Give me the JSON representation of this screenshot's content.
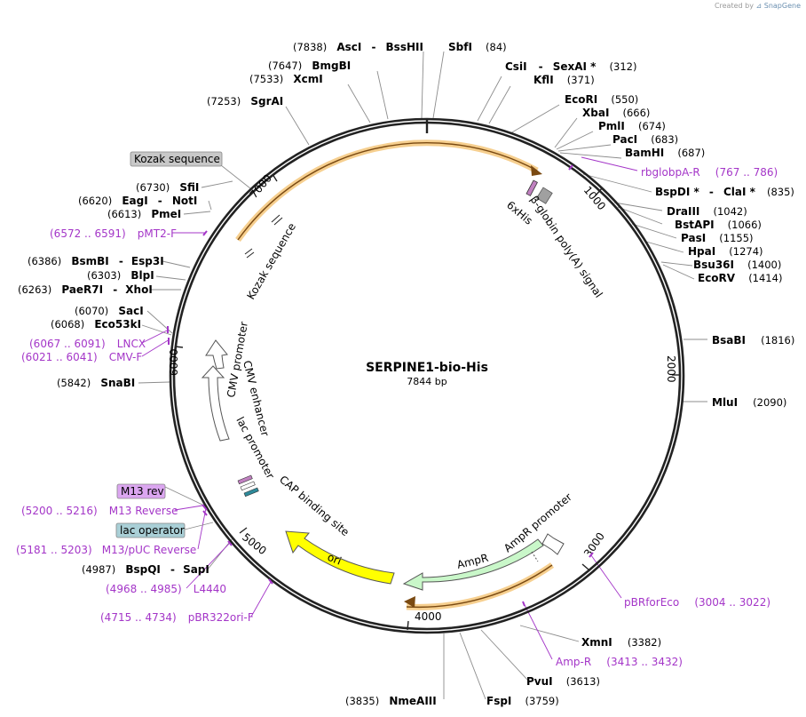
{
  "credit": {
    "prefix": "Created by",
    "brand": "SnapGene"
  },
  "plasmid": {
    "name": "SERPINE1-bio-His",
    "size_label": "7844 bp"
  },
  "scale_labels": [
    "1000",
    "2000",
    "3000",
    "4000",
    "5000",
    "6000",
    "7000"
  ],
  "enzyme_sites": [
    {
      "pos": "(7838)",
      "name": "AscI",
      "sep": "-",
      "name2": "BssHII"
    },
    {
      "name": "SbfI",
      "pos": "(84)"
    },
    {
      "name": "CsiI",
      "sep": "-",
      "name2": "SexAI *",
      "pos": "(312)"
    },
    {
      "name": "KflI",
      "pos": "(371)"
    },
    {
      "pos": "(7647)",
      "name": "BmgBI"
    },
    {
      "pos": "(7533)",
      "name": "XcmI"
    },
    {
      "pos": "(7253)",
      "name": "SgrAI"
    },
    {
      "name": "EcoRI",
      "pos": "(550)"
    },
    {
      "name": "XbaI",
      "pos": "(666)"
    },
    {
      "name": "PmlI",
      "pos": "(674)"
    },
    {
      "name": "PacI",
      "pos": "(683)"
    },
    {
      "name": "BamHI",
      "pos": "(687)"
    },
    {
      "name": "BspDI *",
      "sep": "-",
      "name2": "ClaI *",
      "pos": "(835)"
    },
    {
      "name": "DraIII",
      "pos": "(1042)"
    },
    {
      "name": "BstAPI",
      "pos": "(1066)"
    },
    {
      "name": "PasI",
      "pos": "(1155)"
    },
    {
      "name": "HpaI",
      "pos": "(1274)"
    },
    {
      "name": "Bsu36I",
      "pos": "(1400)"
    },
    {
      "name": "EcoRV",
      "pos": "(1414)"
    },
    {
      "name": "BsaBI",
      "pos": "(1816)"
    },
    {
      "name": "MluI",
      "pos": "(2090)"
    },
    {
      "pos": "(6730)",
      "name": "SfiI"
    },
    {
      "pos": "(6620)",
      "name": "EagI",
      "sep": "-",
      "name2": "NotI"
    },
    {
      "pos": "(6613)",
      "name": "PmeI"
    },
    {
      "pos": "(6386)",
      "name": "BsmBI",
      "sep": "-",
      "name2": "Esp3I"
    },
    {
      "pos": "(6303)",
      "name": "BlpI"
    },
    {
      "pos": "(6263)",
      "name": "PaeR7I",
      "sep": "-",
      "name2": "XhoI"
    },
    {
      "pos": "(6070)",
      "name": "SacI"
    },
    {
      "pos": "(6068)",
      "name": "Eco53kI"
    },
    {
      "pos": "(5842)",
      "name": "SnaBI"
    },
    {
      "pos": "(4987)",
      "name": "BspQI",
      "sep": "-",
      "name2": "SapI"
    },
    {
      "name": "XmnI",
      "pos": "(3382)"
    },
    {
      "name": "PvuI",
      "pos": "(3613)"
    },
    {
      "name": "FspI",
      "pos": "(3759)"
    },
    {
      "pos": "(3835)",
      "name": "NmeAIII"
    }
  ],
  "primer_sites": [
    {
      "name": "rbglobpA-R",
      "range": "(767 .. 786)"
    },
    {
      "range": "(6572 .. 6591)",
      "name": "pMT2-F"
    },
    {
      "range": "(6067 .. 6091)",
      "name": "LNCX"
    },
    {
      "range": "(6021 .. 6041)",
      "name": "CMV-F"
    },
    {
      "range": "(5200 .. 5216)",
      "name": "M13 Reverse"
    },
    {
      "range": "(5181 .. 5203)",
      "name": "M13/pUC Reverse"
    },
    {
      "range": "(4968 .. 4985)",
      "name": "L4440"
    },
    {
      "range": "(4715 .. 4734)",
      "name": "pBR322ori-F"
    },
    {
      "name": "pBRforEco",
      "range": "(3004 .. 3022)"
    },
    {
      "name": "Amp-R",
      "range": "(3413 .. 3432)"
    }
  ],
  "boxed_labels": [
    {
      "text": "Kozak sequence",
      "fill": "#c8c8c8"
    },
    {
      "text": "M13 rev",
      "fill": "#dba6f0"
    },
    {
      "text": "lac operator",
      "fill": "#a9cfd6"
    }
  ],
  "features": [
    {
      "text": "Kozak sequence"
    },
    {
      "text": "6xHis"
    },
    {
      "text": "β-globin poly(A) signal"
    },
    {
      "text": "CMV promoter"
    },
    {
      "text": "CMV enhancer"
    },
    {
      "text": "lac promoter"
    },
    {
      "text": "CAP binding site"
    },
    {
      "text": "ori"
    },
    {
      "text": "AmpR"
    },
    {
      "text": "AmpR promoter"
    }
  ],
  "colors": {
    "backbone": "#222222",
    "orf_highlight": "#f6cf8f",
    "orf_line": "#7a4a12",
    "ampr": "#c9f7c9",
    "ori": "#ffff00",
    "promoter": "#ffffff",
    "primer": "#a436c8",
    "his_tag": "#c080c0",
    "polya": "#a0a0a0",
    "lac_op": "#2e8a9a"
  }
}
